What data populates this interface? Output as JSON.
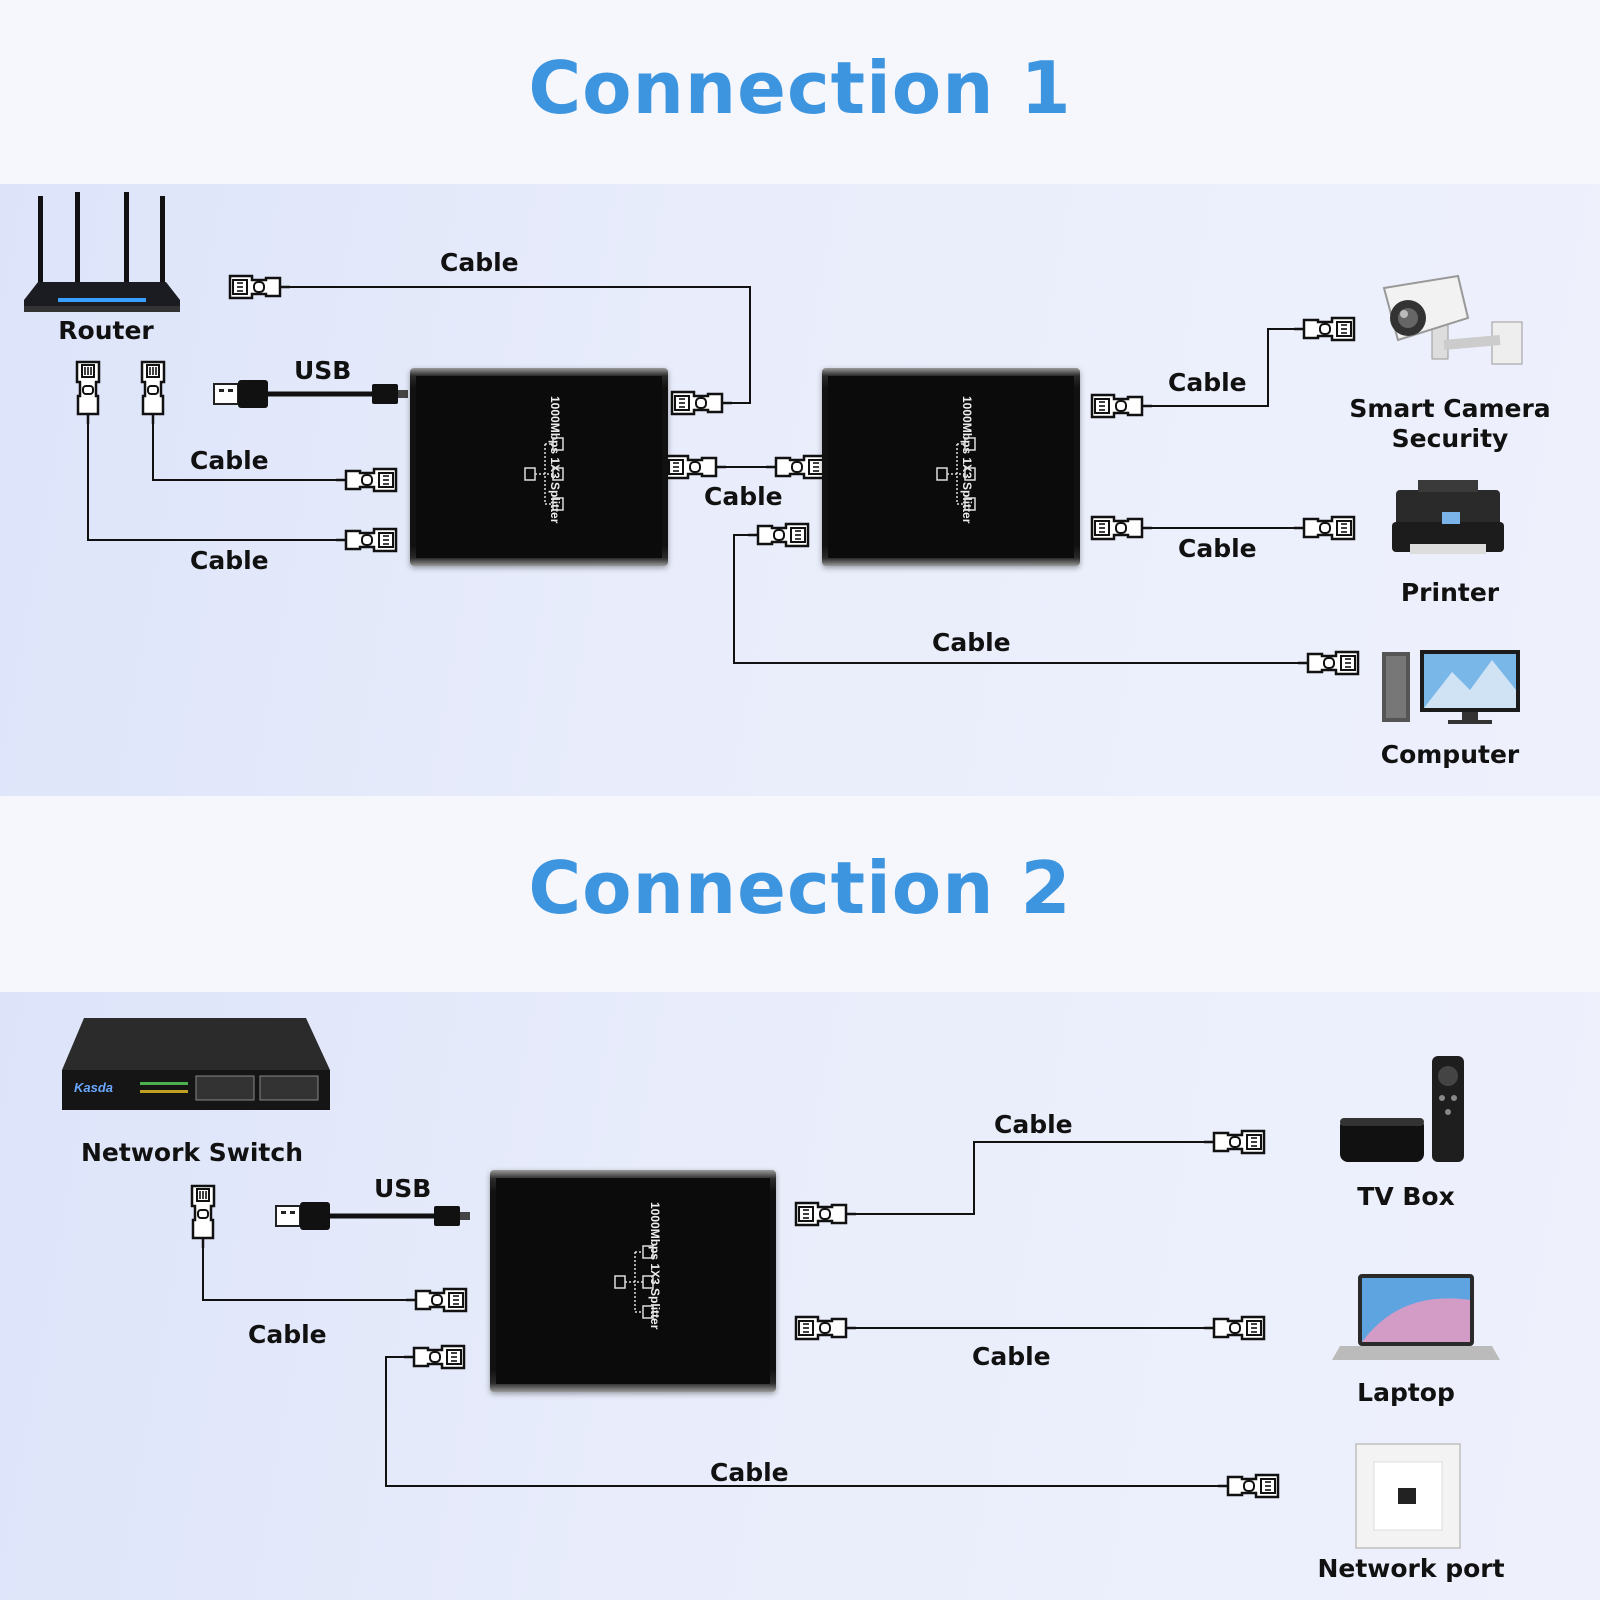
{
  "connection1": {
    "title": "Connection 1",
    "splitter_label": "1000Mbps 1X3 Splitter",
    "devices": {
      "router": "Router",
      "camera": "Smart Camera\nSecurity",
      "printer": "Printer",
      "computer": "Computer"
    },
    "labels": {
      "cable_top": "Cable",
      "usb": "USB",
      "cable_left_upper": "Cable",
      "cable_left_lower": "Cable",
      "cable_middle": "Cable",
      "cable_camera": "Cable",
      "cable_printer": "Cable",
      "cable_computer": "Cable"
    }
  },
  "connection2": {
    "title": "Connection 2",
    "splitter_label": "1000Mbps 1X3 Splitter",
    "devices": {
      "switch": "Network Switch",
      "tvbox": "TV Box",
      "laptop": "Laptop",
      "network_port": "Network port"
    },
    "switch_brand": "Kasda",
    "labels": {
      "usb": "USB",
      "cable_left": "Cable",
      "cable_tv": "Cable",
      "cable_laptop": "Cable",
      "cable_port": "Cable"
    }
  },
  "colors": {
    "title": "#3d95e0",
    "panel": "#e6ebfb",
    "wire": "#111111"
  }
}
